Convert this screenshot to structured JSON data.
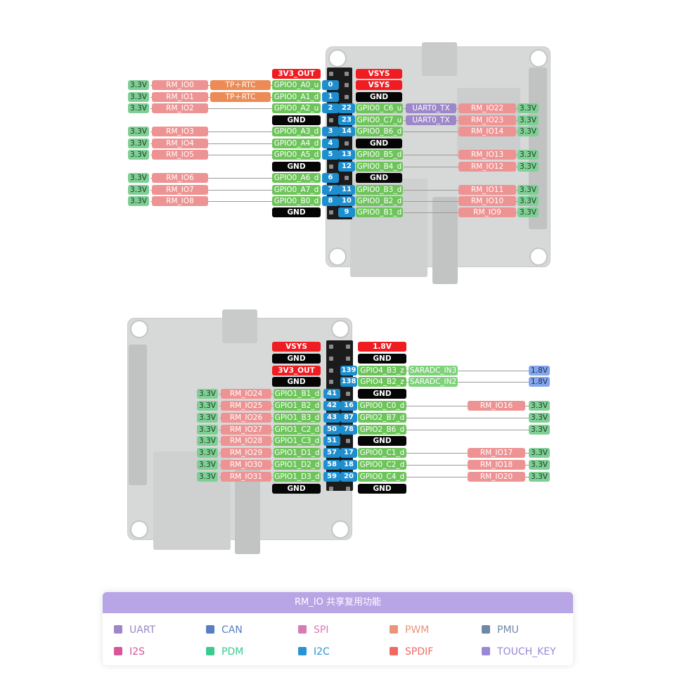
{
  "diagram1": {
    "left_labels": [
      {
        "v33": "3.3V",
        "rm": "RM_IO0",
        "tp": "TP＋RTC",
        "gpio": "GPIO0_A0_u",
        "pin": "0"
      },
      {
        "v33": "3.3V",
        "rm": "RM_IO1",
        "tp": "TP＋RTC",
        "gpio": "GPIO0_A1_d",
        "pin": "1"
      },
      {
        "v33": "3.3V",
        "rm": "RM_IO2",
        "gpio": "GPIO0_A2_u",
        "pin": "2"
      },
      {
        "gnd": "GND"
      },
      {
        "v33": "3.3V",
        "rm": "RM_IO3",
        "gpio": "GPIO0_A3_d",
        "pin": "3"
      },
      {
        "v33": "3.3V",
        "rm": "RM_IO4",
        "gpio": "GPIO0_A4_d",
        "pin": "4"
      },
      {
        "v33": "3.3V",
        "rm": "RM_IO5",
        "gpio": "GPIO0_A5_d",
        "pin": "5"
      },
      {
        "gnd": "GND"
      },
      {
        "v33": "3.3V",
        "rm": "RM_IO6",
        "gpio": "GPIO0_A6_d",
        "pin": "6"
      },
      {
        "v33": "3.3V",
        "rm": "RM_IO7",
        "gpio": "GPIO0_A7_d",
        "pin": "7"
      },
      {
        "v33": "3.3V",
        "rm": "RM_IO8",
        "gpio": "GPIO0_B0_d",
        "pin": "8"
      },
      {
        "gnd": "GND"
      }
    ],
    "left_top": "3V3_OUT",
    "right_labels": [
      {
        "power": "VSYS"
      },
      {
        "power": "VSYS"
      },
      {
        "gnd": "GND"
      },
      {
        "pin": "22",
        "gpio": "GPIO0_C6_u",
        "uart": "UART0_TX",
        "rm": "RM_IO22",
        "v33": "3.3V"
      },
      {
        "pin": "23",
        "gpio": "GPIO0_C7_u",
        "uart": "UART0_TX",
        "rm": "RM_IO23",
        "v33": "3.3V"
      },
      {
        "pin": "14",
        "gpio": "GPIO0_B6_d",
        "rm": "RM_IO14",
        "v33": "3.3V"
      },
      {
        "gnd": "GND"
      },
      {
        "pin": "13",
        "gpio": "GPIO0_B5_d",
        "rm": "RM_IO13",
        "v33": "3.3V"
      },
      {
        "pin": "12",
        "gpio": "GPIO0_B4_d",
        "rm": "RM_IO12",
        "v33": "3.3V"
      },
      {
        "gnd": "GND"
      },
      {
        "pin": "11",
        "gpio": "GPIO0_B3_d",
        "rm": "RM_IO11",
        "v33": "3.3V"
      },
      {
        "pin": "10",
        "gpio": "GPIO0_B2_d",
        "rm": "RM_IO10",
        "v33": "3.3V"
      },
      {
        "pin": "9",
        "gpio": "GPIO0_B1_d",
        "rm": "RM_IO9",
        "v33": "3.3V"
      }
    ]
  },
  "diagram2": {
    "left_labels": [
      {
        "power": "VSYS"
      },
      {
        "gnd": "GND"
      },
      {
        "power": "3V3_OUT"
      },
      {
        "gnd": "GND"
      },
      {
        "v33": "3.3V",
        "rm": "RM_IO24",
        "gpio": "GPIO1_B1_d",
        "pin": "41"
      },
      {
        "v33": "3.3V",
        "rm": "RM_IO25",
        "gpio": "GPIO1_B2_d",
        "pin": "42"
      },
      {
        "v33": "3.3V",
        "rm": "RM_IO26",
        "gpio": "GPIO1_B3_d",
        "pin": "43"
      },
      {
        "v33": "3.3V",
        "rm": "RM_IO27",
        "gpio": "GPIO1_C2_d",
        "pin": "50"
      },
      {
        "v33": "3.3V",
        "rm": "RM_IO28",
        "gpio": "GPIO1_C3_d",
        "pin": "51"
      },
      {
        "v33": "3.3V",
        "rm": "RM_IO29",
        "gpio": "GPIO1_D1_d",
        "pin": "57"
      },
      {
        "v33": "3.3V",
        "rm": "RM_IO30",
        "gpio": "GPIO1_D2_d",
        "pin": "58"
      },
      {
        "v33": "3.3V",
        "rm": "RM_IO31",
        "gpio": "GPIO1_D3_d",
        "pin": "59"
      },
      {
        "gnd": "GND"
      }
    ],
    "right_labels": [
      {
        "power": "1.8V"
      },
      {
        "gnd": "GND"
      },
      {
        "pin": "139",
        "gpio": "GPIO4_B3_z",
        "sar": "SARADC_IN3",
        "v18": "1.8V"
      },
      {
        "pin": "138",
        "gpio": "GPIO4_B2_z",
        "sar": "SARADC_IN2",
        "v18": "1.8V"
      },
      {
        "gnd": "GND"
      },
      {
        "pin": "16",
        "gpio": "GPIO0_C0_d",
        "rm": "RM_IO16",
        "v33": "3.3V"
      },
      {
        "pin": "87",
        "gpio": "GPIO2_B7_d",
        "v33": "3.3V"
      },
      {
        "pin": "78",
        "gpio": "GPIO2_B6_d",
        "v33": "3.3V"
      },
      {
        "gnd": "GND"
      },
      {
        "pin": "17",
        "gpio": "GPIO0_C1_d",
        "rm": "RM_IO17",
        "v33": "3.3V"
      },
      {
        "pin": "18",
        "gpio": "GPIO0_C2_d",
        "rm": "RM_IO18",
        "v33": "3.3V"
      },
      {
        "pin": "20",
        "gpio": "GPIO0_C4_d",
        "rm": "RM_IO20",
        "v33": "3.3V"
      },
      {
        "gnd": "GND"
      }
    ]
  },
  "legend": {
    "title": "RM_IO 共享复用功能",
    "items": [
      {
        "label": "UART",
        "color": "#9d87c8"
      },
      {
        "label": "CAN",
        "color": "#5a7ec4"
      },
      {
        "label": "SPI",
        "color": "#d77bb5"
      },
      {
        "label": "PWM",
        "color": "#e8957a"
      },
      {
        "label": "PMU",
        "color": "#7088a8"
      },
      {
        "label": "I2S",
        "color": "#d7559a"
      },
      {
        "label": "PDM",
        "color": "#3bcb8e"
      },
      {
        "label": "I2C",
        "color": "#2a93d5"
      },
      {
        "label": "SPDIF",
        "color": "#ef6a62"
      },
      {
        "label": "TOUCH_KEY",
        "color": "#9a87d6"
      }
    ]
  },
  "colors": {
    "v33": "#7fcf95",
    "rm": "#ee9393",
    "tp": "#ec8b55",
    "gpio": "#6dc45a",
    "gnd": "#050505",
    "power": "#ef1c22",
    "uart": "#9d87c8",
    "pin": "#1e8ecf",
    "v18": "#84a6ea",
    "sar": "#7ed27a"
  }
}
